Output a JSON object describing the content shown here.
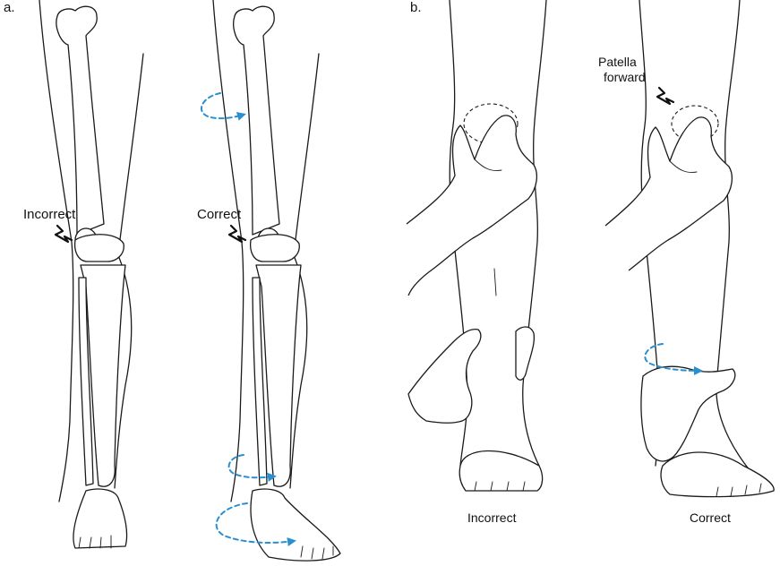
{
  "panel_a": {
    "label": "a.",
    "left_leg_label": "Incorrect",
    "right_leg_label": "Correct"
  },
  "panel_b": {
    "label": "b.",
    "annotation": [
      "Patella",
      "forward"
    ],
    "left_caption": "Incorrect",
    "right_caption": "Correct"
  },
  "colors": {
    "arrow": "#2a8fd0",
    "lines": "#1a1a1a"
  },
  "icons": [
    "rotation-arrow-icon",
    "pointer-zigzag-icon"
  ]
}
